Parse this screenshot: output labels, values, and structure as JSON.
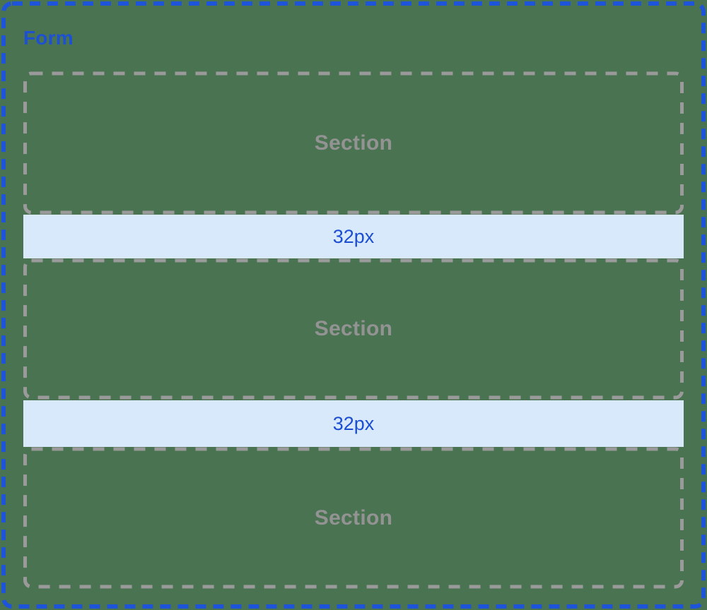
{
  "diagram": {
    "form_label": "Form",
    "sections": [
      {
        "label": "Section"
      },
      {
        "label": "Section"
      },
      {
        "label": "Section"
      }
    ],
    "gaps": [
      {
        "label": "32px"
      },
      {
        "label": "32px"
      }
    ],
    "colors": {
      "accent_blue": "#1E54D9",
      "label_blue": "#1C4ED2",
      "gap_fill_blue": "#D9E9FC",
      "muted_gray": "#9A9A9A",
      "background_green": "#4A7351"
    }
  }
}
